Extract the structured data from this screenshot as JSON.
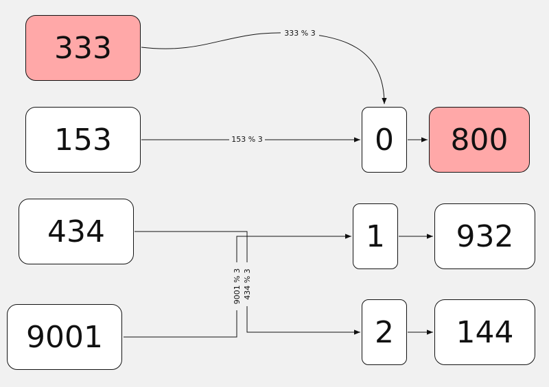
{
  "keys": [
    {
      "id": "k333",
      "label": "333",
      "highlight": true
    },
    {
      "id": "k153",
      "label": "153",
      "highlight": false
    },
    {
      "id": "k434",
      "label": "434",
      "highlight": false
    },
    {
      "id": "k9001",
      "label": "9001",
      "highlight": false
    }
  ],
  "buckets": [
    {
      "id": "b0",
      "label": "0"
    },
    {
      "id": "b1",
      "label": "1"
    },
    {
      "id": "b2",
      "label": "2"
    }
  ],
  "values": [
    {
      "id": "v800",
      "label": "800",
      "highlight": true
    },
    {
      "id": "v932",
      "label": "932",
      "highlight": false
    },
    {
      "id": "v144",
      "label": "144",
      "highlight": false
    }
  ],
  "edges": [
    {
      "from": "333",
      "to": "0",
      "label": "333 % 3"
    },
    {
      "from": "153",
      "to": "0",
      "label": "153 % 3"
    },
    {
      "from": "434",
      "to": "2",
      "label": "434 % 3"
    },
    {
      "from": "9001",
      "to": "1",
      "label": "9001 % 3"
    },
    {
      "from": "0",
      "to": "800",
      "label": ""
    },
    {
      "from": "1",
      "to": "932",
      "label": ""
    },
    {
      "from": "2",
      "to": "144",
      "label": ""
    }
  ],
  "colors": {
    "highlight_fill": "#ffa8a8",
    "node_fill": "#ffffff",
    "background": "#f1f1f1",
    "stroke": "#111111"
  }
}
